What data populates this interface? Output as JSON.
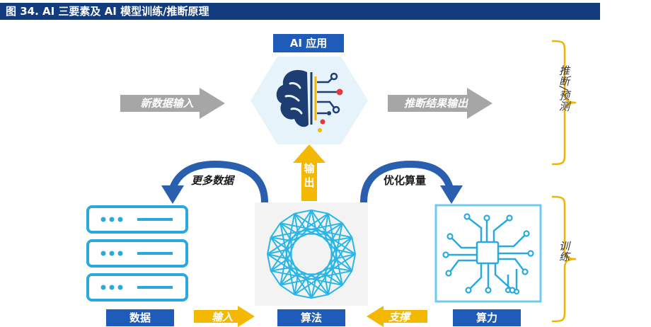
{
  "title": "图 34. AI 三要素及 AI 模型训练/推断原理",
  "labels": {
    "ai_app": "AI 应用",
    "new_data_in": "新数据输入",
    "infer_out": "推断结果输出",
    "output_v": "输出",
    "more_data": "更多数据",
    "optimize_compute": "优化算量",
    "data": "数据",
    "input": "输入",
    "algorithm": "算法",
    "support": "支撑",
    "compute": "算力",
    "side_infer": "推断/预测",
    "side_train": "训练"
  },
  "colors": {
    "title_band": "#123c80",
    "label_blue": "#1f5bb8",
    "yellow": "#f5b800",
    "gray_arrow": "#a6a6a6",
    "curve_blue": "#2a5fb0",
    "brace_yellow": "#f0b400",
    "network_cyan": "#29b6e6"
  },
  "icons": [
    "brain-icon",
    "server-stack-icon",
    "network-sphere-icon",
    "chip-icon"
  ]
}
